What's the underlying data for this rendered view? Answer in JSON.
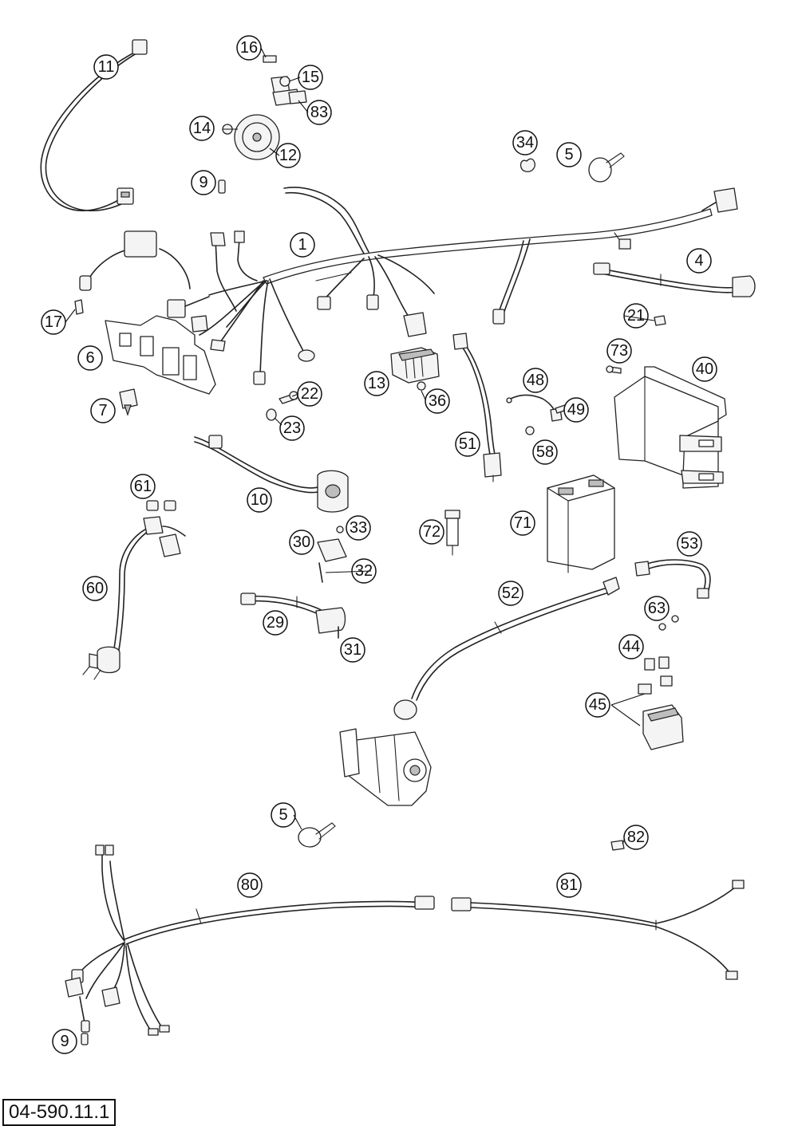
{
  "diagram": {
    "reference_number": "04-590.11.1",
    "callouts": [
      {
        "id": "c11",
        "label": "11"
      },
      {
        "id": "c16",
        "label": "16"
      },
      {
        "id": "c15",
        "label": "15"
      },
      {
        "id": "c83",
        "label": "83"
      },
      {
        "id": "c14",
        "label": "14"
      },
      {
        "id": "c12",
        "label": "12"
      },
      {
        "id": "c34",
        "label": "34"
      },
      {
        "id": "c5a",
        "label": "5"
      },
      {
        "id": "c9a",
        "label": "9"
      },
      {
        "id": "c1",
        "label": "1"
      },
      {
        "id": "c4",
        "label": "4"
      },
      {
        "id": "c17",
        "label": "17"
      },
      {
        "id": "c21",
        "label": "21"
      },
      {
        "id": "c6",
        "label": "6"
      },
      {
        "id": "c73",
        "label": "73"
      },
      {
        "id": "c40",
        "label": "40"
      },
      {
        "id": "c13",
        "label": "13"
      },
      {
        "id": "c48",
        "label": "48"
      },
      {
        "id": "c22",
        "label": "22"
      },
      {
        "id": "c36",
        "label": "36"
      },
      {
        "id": "c49",
        "label": "49"
      },
      {
        "id": "c7",
        "label": "7"
      },
      {
        "id": "c23",
        "label": "23"
      },
      {
        "id": "c51",
        "label": "51"
      },
      {
        "id": "c58",
        "label": "58"
      },
      {
        "id": "c61",
        "label": "61"
      },
      {
        "id": "c10",
        "label": "10"
      },
      {
        "id": "c71",
        "label": "71"
      },
      {
        "id": "c72",
        "label": "72"
      },
      {
        "id": "c33",
        "label": "33"
      },
      {
        "id": "c30",
        "label": "30"
      },
      {
        "id": "c53",
        "label": "53"
      },
      {
        "id": "c32",
        "label": "32"
      },
      {
        "id": "c60",
        "label": "60"
      },
      {
        "id": "c52",
        "label": "52"
      },
      {
        "id": "c29",
        "label": "29"
      },
      {
        "id": "c63",
        "label": "63"
      },
      {
        "id": "c31",
        "label": "31"
      },
      {
        "id": "c44",
        "label": "44"
      },
      {
        "id": "c45",
        "label": "45"
      },
      {
        "id": "c5b",
        "label": "5"
      },
      {
        "id": "c82",
        "label": "82"
      },
      {
        "id": "c80",
        "label": "80"
      },
      {
        "id": "c81",
        "label": "81"
      },
      {
        "id": "c9b",
        "label": "9"
      }
    ]
  }
}
